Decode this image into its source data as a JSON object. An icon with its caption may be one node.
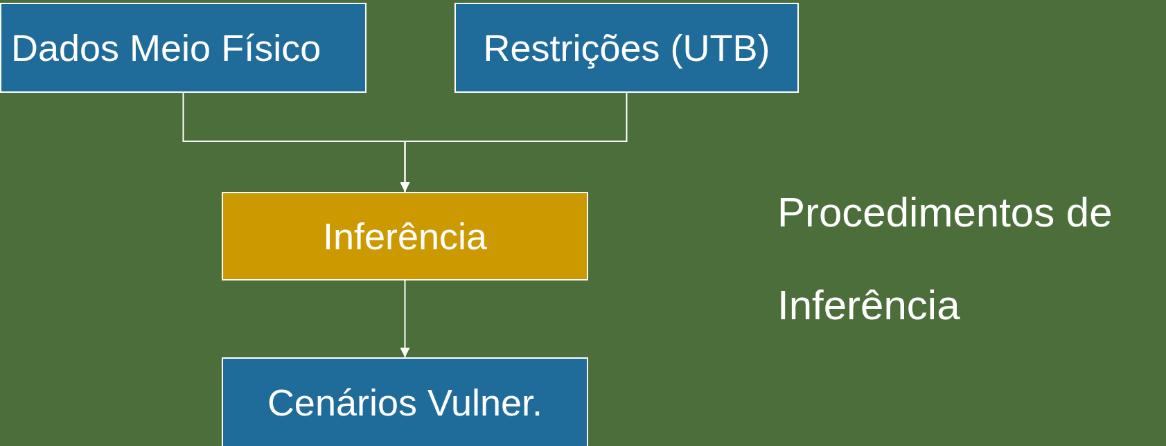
{
  "diagram": {
    "nodes": [
      {
        "text": [
          "Dados Meio Físico"
        ]
      },
      {
        "text": [
          "Restrições (UTB)"
        ]
      },
      {
        "text": [
          "Inferência"
        ]
      },
      {
        "text": [
          "Cenários Vulner."
        ]
      }
    ],
    "edges": [
      {
        "from": 0,
        "to": 2,
        "arrow": "to"
      },
      {
        "from": 1,
        "to": 2,
        "arrow": "to"
      },
      {
        "from": 2,
        "to": 3,
        "arrow": "to"
      }
    ],
    "labels": [
      "Procedimentos de Inferência"
    ]
  }
}
